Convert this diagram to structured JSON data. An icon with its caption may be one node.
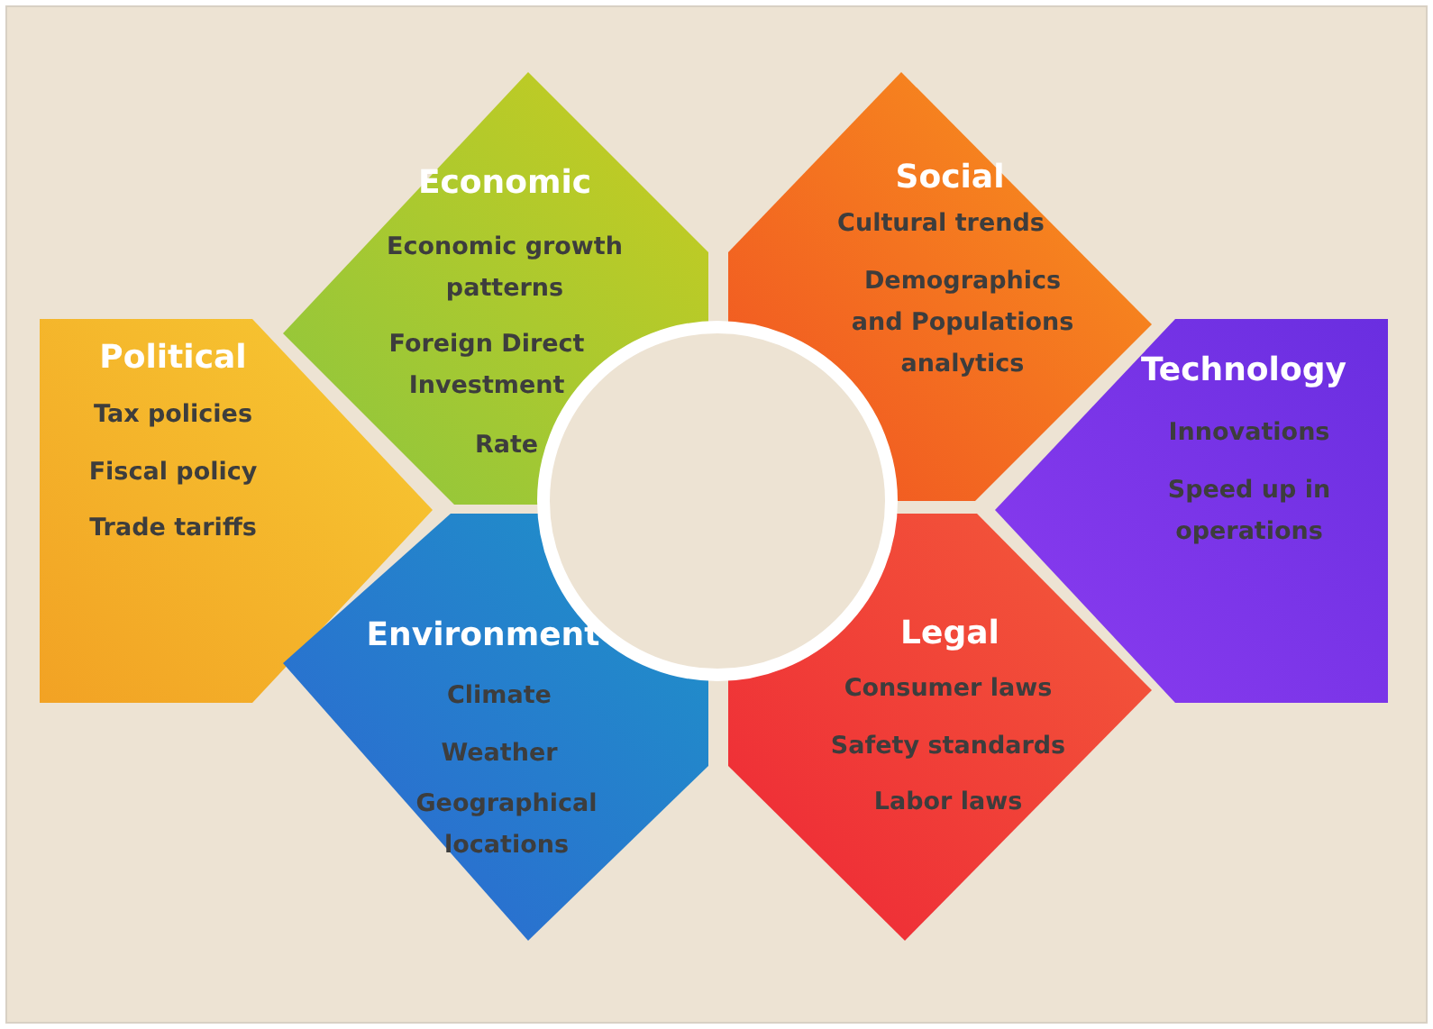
{
  "diagram": {
    "nodes": [
      {
        "text": [
          "Economic",
          "Economic growth patterns",
          "Foreign Direct Investment",
          "Rate"
        ]
      },
      {
        "text": [
          "Social",
          "Cultural trends",
          "Demographics and Populations analytics"
        ]
      },
      {
        "text": [
          "Political",
          "Tax policies",
          "Fiscal policy",
          "Trade tariffs"
        ]
      },
      {
        "text": [
          "Technology",
          "Innovations",
          "Speed up in operations"
        ]
      },
      {
        "text": [
          "Environment",
          "Climate",
          "Weather",
          "Geographical locations"
        ]
      },
      {
        "text": [
          "Legal",
          "Consumer laws",
          "Safety standards",
          "Labor laws"
        ]
      },
      {
        "text": [],
        "shape": "circle"
      }
    ]
  }
}
